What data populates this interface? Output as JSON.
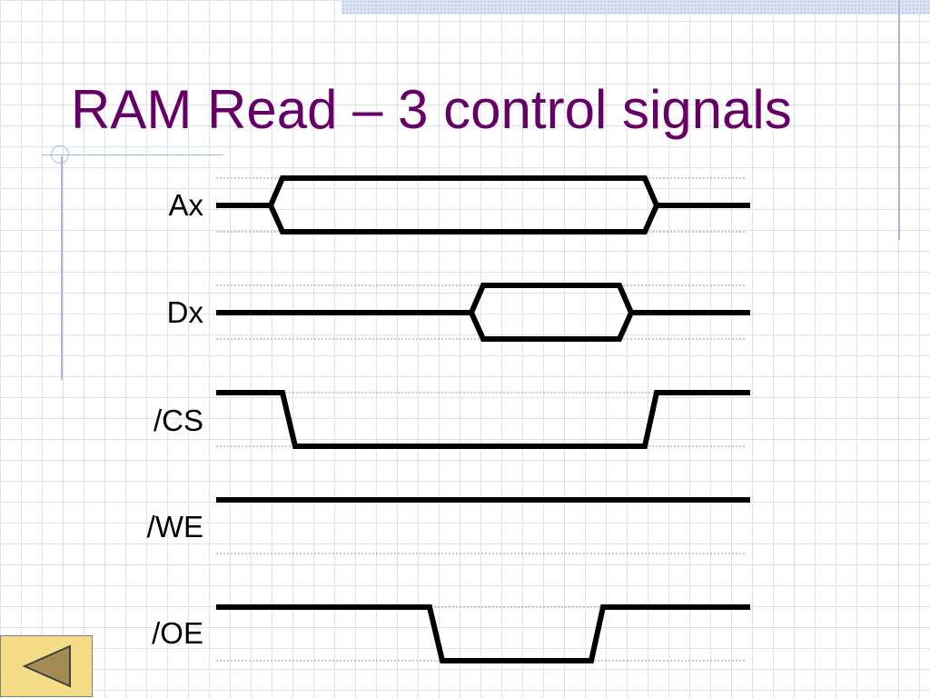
{
  "slide": {
    "title": "RAM Read – 3 control signals"
  },
  "signals": [
    {
      "label": "Ax"
    },
    {
      "label": "Dx"
    },
    {
      "label": "/CS"
    },
    {
      "label": "/WE"
    },
    {
      "label": "/OE"
    }
  ],
  "nav": {
    "icon": "triangle-left-icon",
    "button_color": "#f3dc85",
    "icon_color": "#a48a53"
  },
  "colors": {
    "title": "#660066",
    "waveform": "#000000",
    "grid": "#dfe3ee",
    "accent_rule": "#a8b7dc"
  }
}
